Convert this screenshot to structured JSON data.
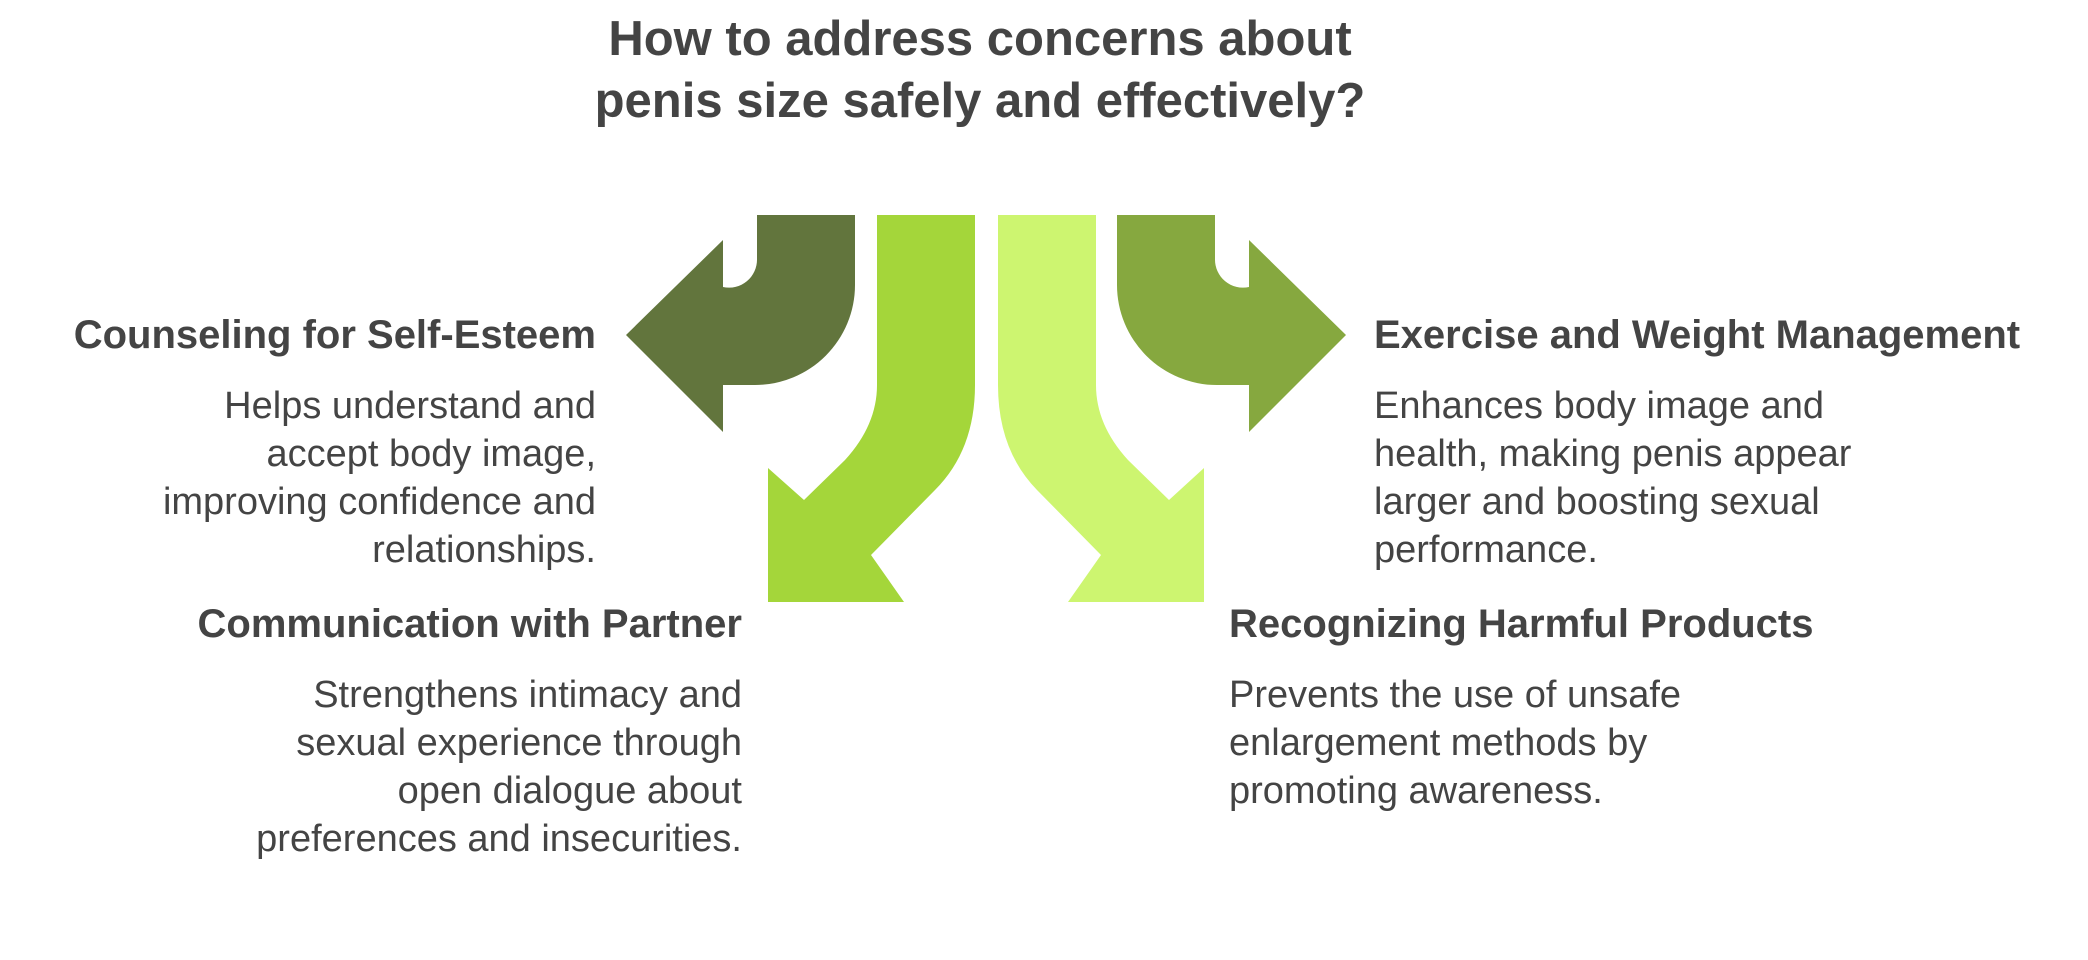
{
  "title": "How to address concerns about penis size safely and effectively?",
  "colors": {
    "text": "#444444",
    "arrow_dark_green": "#62753d",
    "arrow_lime": "#a4d63a",
    "arrow_light_lime": "#cdf570",
    "arrow_olive_green": "#86a83f"
  },
  "options": [
    {
      "heading": "Counseling for Self-Esteem",
      "body": "Helps understand and\naccept body image,\nimproving confidence and\nrelationships."
    },
    {
      "heading": "Communication with Partner",
      "body": "Strengthens intimacy and\nsexual experience through\nopen dialogue about\npreferences and insecurities."
    },
    {
      "heading": "Exercise and Weight Management",
      "body": "Enhances body image and\nhealth, making penis appear\nlarger and boosting sexual\nperformance."
    },
    {
      "heading": "Recognizing Harmful Products",
      "body": "Prevents the use of unsafe\nenlargement methods by\npromoting awareness."
    }
  ]
}
